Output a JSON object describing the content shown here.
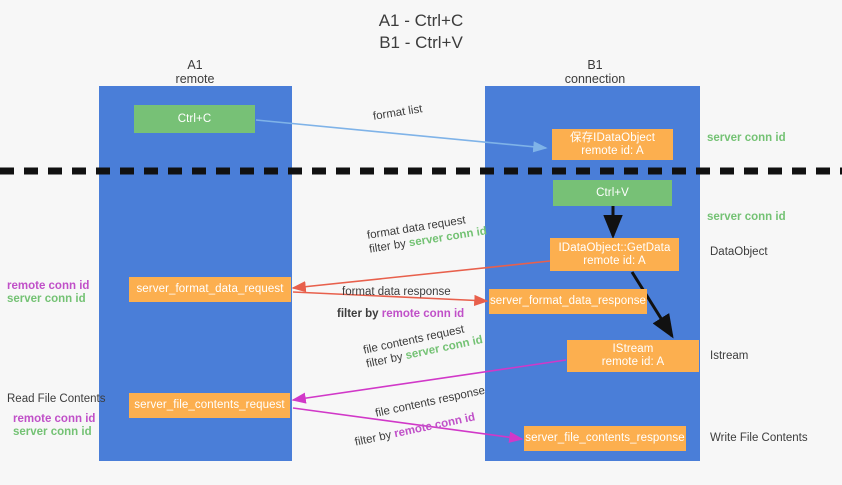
{
  "title": "A1 - Ctrl+C\nB1 - Ctrl+V",
  "lanes": [
    {
      "name": "lane-a1",
      "header": "A1\nremote"
    },
    {
      "name": "lane-b1",
      "header": "B1\nconnection"
    }
  ],
  "boxes": {
    "ctrl_c": "Ctrl+C",
    "ctrl_v": "Ctrl+V",
    "idataobject": "保存IDataObject\nremote id: A",
    "getdata": "IDataObject::GetData\nremote id: A",
    "istream": "IStream\nremote id: A",
    "server_format_data_request": "server_format_data_request",
    "server_format_data_response": "server_format_data_response",
    "server_file_contents_request": "server_file_contents_request",
    "server_file_contents_response": "server_file_contents_response"
  },
  "arrow_labels": {
    "format_list": "format list",
    "format_data_request": "format data request",
    "format_data_response": "format data response",
    "file_contents_request": "file contents request",
    "file_contents_response": "file contents response",
    "filter_by": "filter by ",
    "server_conn_id": "server conn id",
    "remote_conn_id": "remote conn id"
  },
  "right_labels": {
    "server_conn_id_top": "server conn id",
    "server_conn_id_mid": "server conn id",
    "dataobject": "DataObject",
    "istream": "Istream",
    "write_file_contents": "Write File Contents"
  },
  "left_labels": {
    "remote_conn_id_1": "remote conn id",
    "server_conn_id_1": "server conn id",
    "read_file_contents": "Read File Contents",
    "remote_conn_id_2": "remote conn id",
    "server_conn_id_2": "server conn id"
  },
  "colors": {
    "lane": "#4a7ed8",
    "box_green": "#77c176",
    "box_orange": "#fcaf4f",
    "text_green": "#74c274",
    "text_magenta": "#c050c8",
    "arrow_blue": "#7fb3e8",
    "arrow_red": "#e8604c",
    "arrow_magenta": "#d138c8",
    "arrow_black": "#000000",
    "background": "#f7f7f7"
  }
}
